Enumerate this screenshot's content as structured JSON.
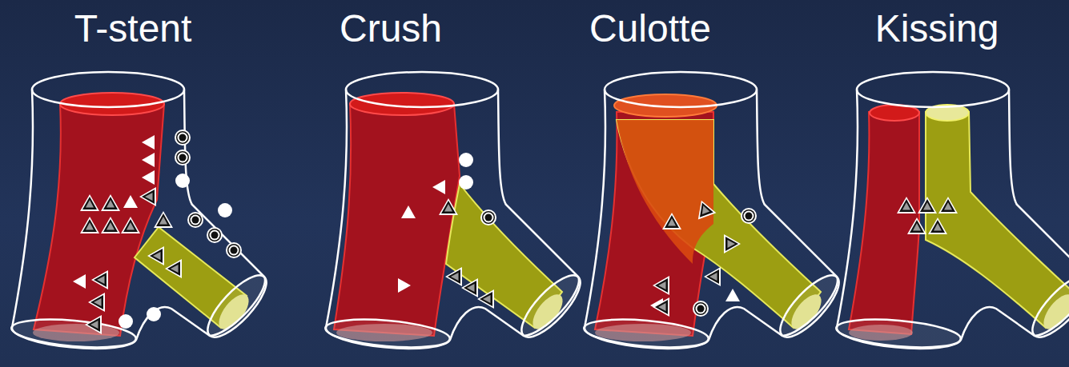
{
  "diagram": {
    "labels": [
      "T-stent",
      "Crush",
      "Culotte",
      "Kissing"
    ]
  }
}
